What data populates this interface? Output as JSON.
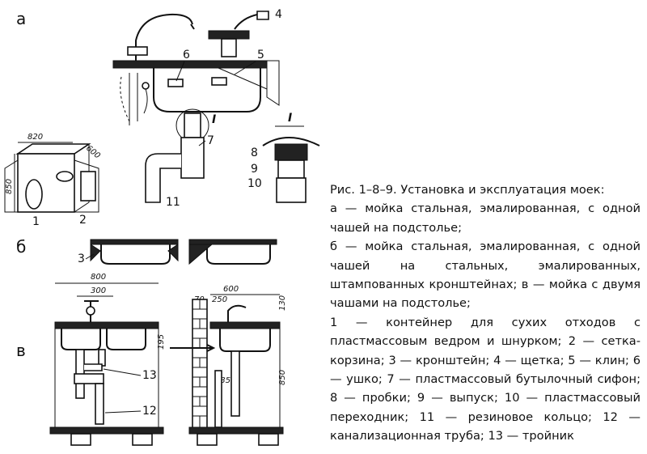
{
  "labels": {
    "panel_a": "а",
    "panel_b": "б",
    "panel_v": "в",
    "detail_I_top": "I",
    "detail_I_bottom": "I"
  },
  "callouts": {
    "n1": "1",
    "n2": "2",
    "n3": "3",
    "n4": "4",
    "n5": "5",
    "n6": "6",
    "n7": "7",
    "n8": "8",
    "n9": "9",
    "n10": "10",
    "n11": "11",
    "n12": "12",
    "n13": "13"
  },
  "dimensions": {
    "d820": "820",
    "d600a": "600",
    "d850a": "850",
    "d800": "800",
    "d300": "300",
    "d195": "195",
    "d600v": "600",
    "d70": "70",
    "d250": "250",
    "d130": "130",
    "d235": "235",
    "d850v": "850"
  },
  "caption": {
    "title": "Рис. 1–8–9. Установка и эксплуатация моек:",
    "a": "а — мойка стальная, эмалированная, с одной чашей на подстолье;",
    "b": "б — мойка стальная, эмалированная, с одной чашей на стальных, эмалированных, штампованных кронштейнах; в — мойка с двумя чашами на подстолье;",
    "legend": "1 — контейнер для сухих отходов с пластмассовым ведром и шнурком; 2 — сетка-корзина; 3 — кронштейн; 4 — щетка; 5 — клин; 6 — ушко; 7 — пластмассовый бутылочный сифон; 8 — пробки; 9 — выпуск; 10 — пластмассовый переходник; 11 — резиновое кольцо; 12 — канализационная труба; 13 — тройник"
  }
}
